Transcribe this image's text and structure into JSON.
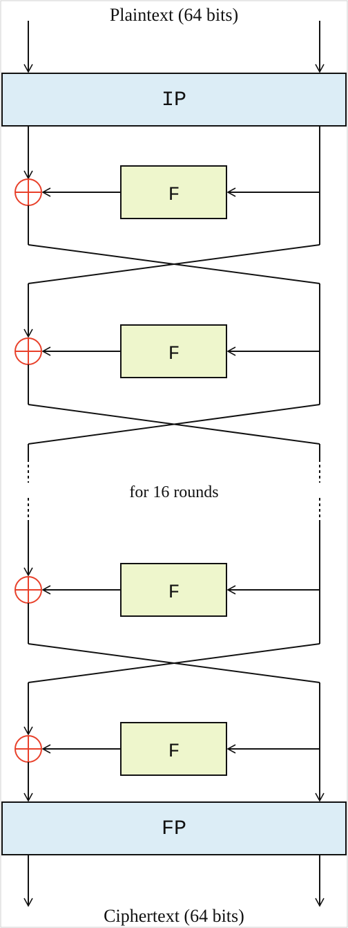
{
  "title_top": "Plaintext (64 bits)",
  "title_bottom": "Ciphertext (64 bits)",
  "ip_label": "IP",
  "fp_label": "FP",
  "f_label": "F",
  "rounds_label": "for 16 rounds",
  "colors": {
    "permutation_fill": "#dcedf6",
    "f_fill": "#eef6cc",
    "xor": "#e8402a",
    "line": "#111111"
  }
}
